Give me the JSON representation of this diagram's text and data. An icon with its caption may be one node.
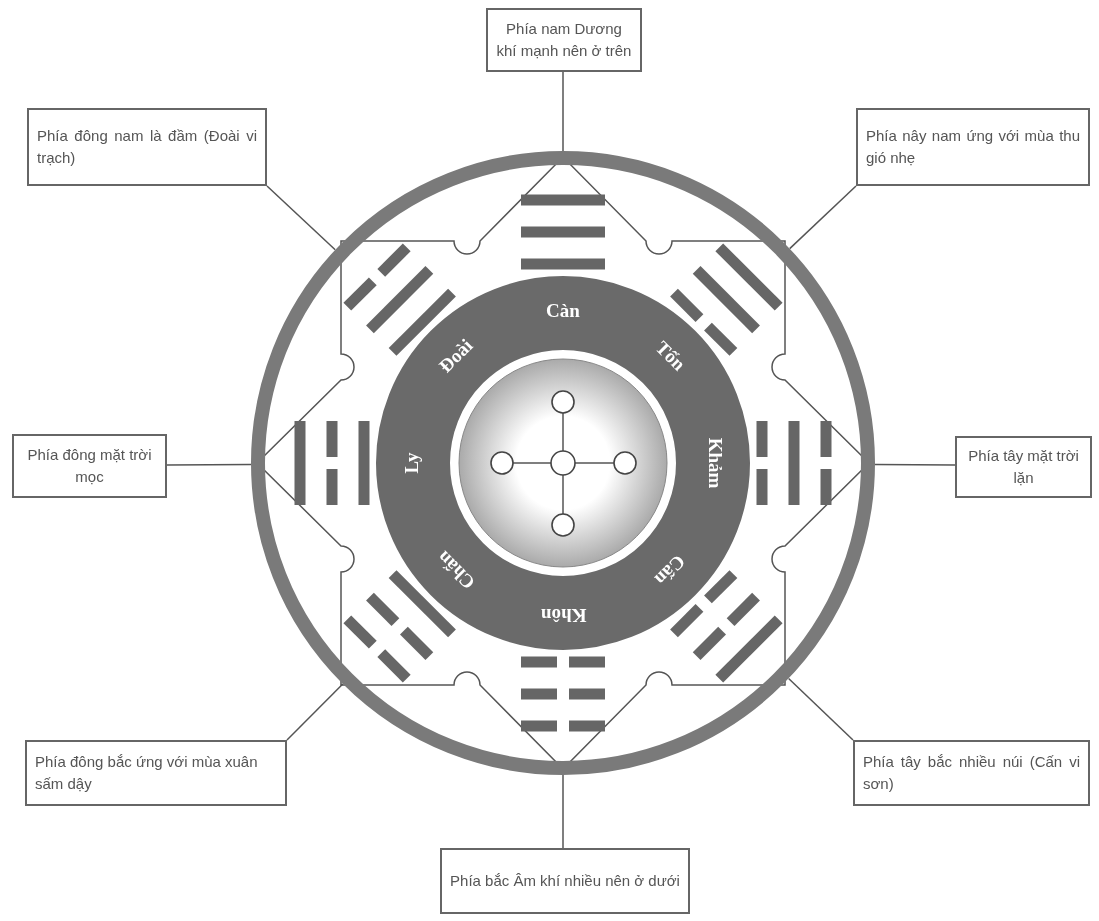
{
  "diagram": {
    "nodes": [
      {
        "text": [
          "Phía nam Dương khí mạnh nên ở trên"
        ]
      },
      {
        "text": [
          "Phía đông nam là đầm (Đoài vi trạch)"
        ]
      },
      {
        "text": [
          "Phía nây nam ứng với mùa thu gió nhẹ"
        ]
      },
      {
        "text": [
          "Phía đông mặt trời mọc"
        ]
      },
      {
        "text": [
          "Phía tây mặt trời lặn"
        ]
      },
      {
        "text": [
          "Phía đông bắc ứng với mùa xuân sấm dậy"
        ]
      },
      {
        "text": [
          "Phía tây bắc nhiều núi (Cấn vi sơn)"
        ]
      },
      {
        "text": [
          "Phía bắc Âm khí nhiều nên ở dưới"
        ]
      },
      {
        "text": [],
        "shape": "circle"
      },
      {
        "text": [],
        "shape": "circle",
        "in": 8
      },
      {
        "text": [],
        "shape": "circle",
        "in": 8
      },
      {
        "text": [],
        "shape": "circle",
        "in": 8
      },
      {
        "text": [],
        "shape": "circle",
        "in": 8
      },
      {
        "text": [],
        "shape": "circle",
        "in": 8
      }
    ],
    "edges": [
      {
        "from": 0,
        "to": 8,
        "arrow": "none"
      },
      {
        "from": 1,
        "to": 8,
        "arrow": "none"
      },
      {
        "from": 2,
        "to": 8,
        "arrow": "none"
      },
      {
        "from": 3,
        "to": 8,
        "arrow": "none"
      },
      {
        "from": 4,
        "to": 8,
        "arrow": "none"
      },
      {
        "from": 5,
        "to": 8,
        "arrow": "none"
      },
      {
        "from": 6,
        "to": 8,
        "arrow": "none"
      },
      {
        "from": 7,
        "to": 8,
        "arrow": "none"
      },
      {
        "from": 9,
        "to": 10,
        "arrow": "none"
      },
      {
        "from": 9,
        "to": 11,
        "arrow": "none"
      },
      {
        "from": 9,
        "to": 12,
        "arrow": "none"
      },
      {
        "from": 9,
        "to": 13,
        "arrow": "none"
      }
    ],
    "labels": [
      "Càn",
      "Tốn",
      "Khảm",
      "Cấn",
      "Khôn",
      "Chấn",
      "Ly",
      "Đoài"
    ]
  }
}
